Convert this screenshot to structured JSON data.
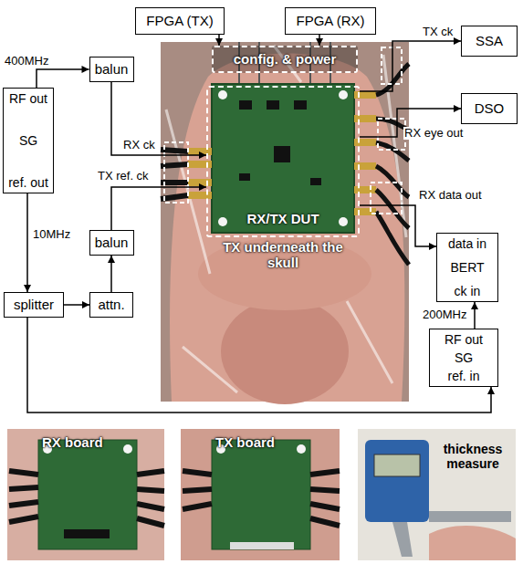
{
  "diagram": {
    "nodes": [
      {
        "text": [
          "FPGA (TX)"
        ]
      },
      {
        "text": [
          "FPGA (RX)"
        ]
      },
      {
        "text": [
          "config. & power"
        ]
      },
      {
        "text": [
          "RX/TX DUT",
          "TX underneath the skull"
        ]
      },
      {
        "text": [
          "RF out",
          "SG",
          "ref. out"
        ]
      },
      {
        "text": [
          "balun"
        ]
      },
      {
        "text": [
          "balun"
        ]
      },
      {
        "text": [
          "splitter"
        ]
      },
      {
        "text": [
          "attn."
        ]
      },
      {
        "text": [
          "SSA"
        ]
      },
      {
        "text": [
          "DSO"
        ]
      },
      {
        "text": [
          "data in",
          "BERT",
          "ck in"
        ]
      },
      {
        "text": [
          "RF out",
          "SG",
          "ref. in"
        ]
      }
    ],
    "edges": [
      {
        "from": 4,
        "to": 5,
        "arrow": "to",
        "label": "400MHz"
      },
      {
        "from": 5,
        "to": 3,
        "arrow": "to",
        "label": "RX ck"
      },
      {
        "from": 4,
        "to": 7,
        "arrow": "to",
        "label": "10MHz"
      },
      {
        "from": 7,
        "to": 8,
        "arrow": "to"
      },
      {
        "from": 8,
        "to": 6,
        "arrow": "to"
      },
      {
        "from": 6,
        "to": 3,
        "arrow": "to",
        "label": "TX ref. ck"
      },
      {
        "from": 0,
        "to": 2,
        "arrow": "to"
      },
      {
        "from": 1,
        "to": 2,
        "arrow": "to"
      },
      {
        "from": 3,
        "to": 9,
        "arrow": "to",
        "label": "TX ck"
      },
      {
        "from": 3,
        "to": 10,
        "arrow": "to",
        "label": "RX eye out"
      },
      {
        "from": 3,
        "to": 11,
        "arrow": "to",
        "label": "RX data out"
      },
      {
        "from": 12,
        "to": 11,
        "arrow": "to",
        "label": "200MHz"
      },
      {
        "from": 7,
        "to": 12,
        "arrow": "to"
      }
    ],
    "labels": [
      "RX board",
      "TX board",
      "thickness measure"
    ]
  }
}
